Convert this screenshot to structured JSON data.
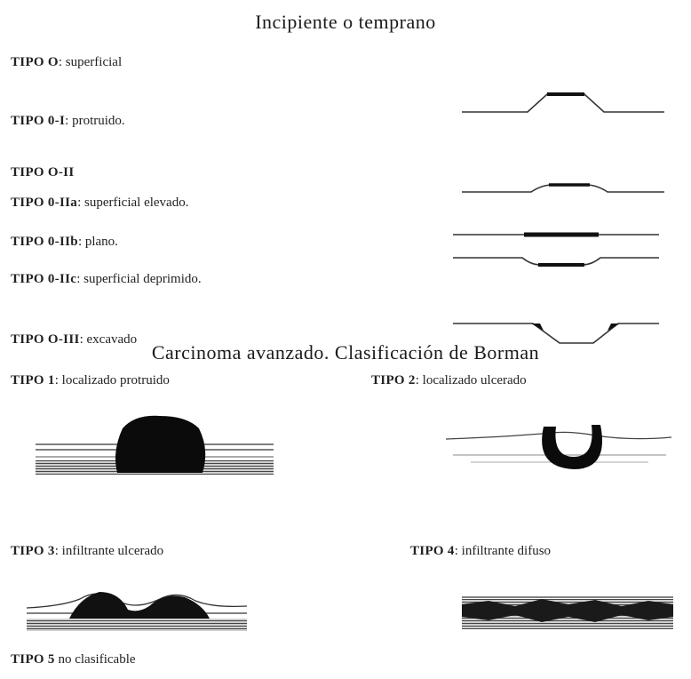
{
  "early": {
    "heading": "Incipiente o temprano",
    "items": [
      {
        "code": "TIPO O",
        "desc": ": superficial"
      },
      {
        "code": "TIPO 0-I",
        "desc": ": protruido."
      },
      {
        "code": "TIPO O-II",
        "desc": ""
      },
      {
        "code": "TIPO 0-IIa",
        "desc": ": superficial elevado."
      },
      {
        "code": "TIPO 0-IIb",
        "desc": ": plano."
      },
      {
        "code": "TIPO 0-IIc",
        "desc": ": superficial deprimido."
      },
      {
        "code": "TIPO O-III",
        "desc": ": excavado"
      }
    ]
  },
  "advanced": {
    "heading": "Carcinoma avanzado. Clasificación de Borman",
    "items": [
      {
        "code": "TIPO 1",
        "desc": ": localizado protruido"
      },
      {
        "code": "TIPO 2",
        "desc": ": localizado ulcerado"
      },
      {
        "code": "TIPO 3",
        "desc": ": infiltrante ulcerado"
      },
      {
        "code": "TIPO 4",
        "desc": ": infiltrante difuso"
      },
      {
        "code": "TIPO 5",
        "desc": " no clasificable"
      }
    ]
  }
}
